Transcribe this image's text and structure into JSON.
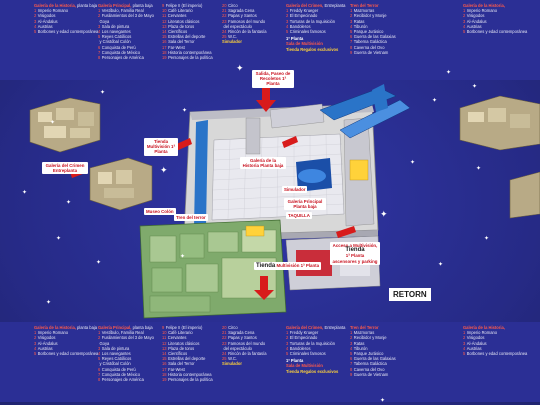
{
  "legend_top": {
    "historia": {
      "title": "Galería de la Historia,",
      "title_sub": "planta baja",
      "items": [
        {
          "n": "1",
          "text": "Imperio Romano"
        },
        {
          "n": "2",
          "text": "Visigodos"
        },
        {
          "n": "3",
          "text": "Al-Ándalus"
        },
        {
          "n": "4",
          "text": "Austrias"
        },
        {
          "n": "5",
          "text": "Borbones y edad contemporánea"
        }
      ]
    },
    "principal": {
      "title": "Galería Principal,",
      "title_sub": "planta baja",
      "items": [
        {
          "n": "1",
          "text": "Vestíbulo, Familia Real"
        },
        {
          "n": "2",
          "text": "Fusilamientos del 3 de Mayo"
        },
        {
          "n": "",
          "text": "Goya"
        },
        {
          "n": "3",
          "text": "Sala de pintura"
        },
        {
          "n": "4",
          "text": "Los navegantes"
        },
        {
          "n": "5",
          "text": "Reyes Católicos"
        },
        {
          "n": "",
          "text": "y Cristóbal Colón"
        },
        {
          "n": "6",
          "text": "Conquista de Perú"
        },
        {
          "n": "7",
          "text": "Conquista de México"
        },
        {
          "n": "8",
          "text": "Personajes de América"
        }
      ]
    },
    "principal2": {
      "items": [
        {
          "n": "9",
          "text": "Felipe II (El imperio)"
        },
        {
          "n": "10",
          "text": "Café Literario"
        },
        {
          "n": "11",
          "text": "Cervantes"
        },
        {
          "n": "12",
          "text": "Literatos clásicos"
        },
        {
          "n": "13",
          "text": "Plaza de toros"
        },
        {
          "n": "14",
          "text": "Científicos"
        },
        {
          "n": "15",
          "text": "Estrellas del deporte"
        },
        {
          "n": "16",
          "text": "Sala del Terror"
        },
        {
          "n": "17",
          "text": "Far-West"
        },
        {
          "n": "18",
          "text": "Historia contemporánea"
        },
        {
          "n": "19",
          "text": "Personajes de la política"
        }
      ]
    },
    "principal3": {
      "items": [
        {
          "n": "20",
          "text": "Circo"
        },
        {
          "n": "21",
          "text": "Sagrada Cena"
        },
        {
          "n": "22",
          "text": "Papas y Santos"
        },
        {
          "n": "23",
          "text": "Famosos del mundo"
        },
        {
          "n": "",
          "text": "del espectáculo"
        },
        {
          "n": "24",
          "text": "Rincón de la fantasía"
        },
        {
          "n": "25",
          "text": "W.C."
        }
      ],
      "extra": "Simulador"
    },
    "crimen": {
      "title": "Galería del Crimen,",
      "title_sub": "Entreplanta",
      "items": [
        {
          "n": "1",
          "text": "Freddy Krueger"
        },
        {
          "n": "2",
          "text": "El Empecinado"
        },
        {
          "n": "3",
          "text": "Torturas de la Inquisición"
        },
        {
          "n": "4",
          "text": "Bandoleros"
        },
        {
          "n": "5",
          "text": "Criminales famosos"
        }
      ],
      "planta": "1ª Planta",
      "multivision": "Sala de Multivisión",
      "tienda": "Tienda Regalos exclusivos"
    },
    "terror": {
      "title": "Tren del Terror",
      "items": [
        {
          "n": "1",
          "text": "Mazmorras"
        },
        {
          "n": "2",
          "text": "Recibidor y Monje"
        },
        {
          "n": "3",
          "text": "Ratas"
        },
        {
          "n": "4",
          "text": "Tiburón"
        },
        {
          "n": "5",
          "text": "Parque Jurásico"
        },
        {
          "n": "6",
          "text": "Guerra de las Galaxias"
        },
        {
          "n": "7",
          "text": "Taberna Galáctica"
        },
        {
          "n": "8",
          "text": "Caverna del Ovo"
        },
        {
          "n": "9",
          "text": "Guerra de Vietnam"
        }
      ]
    },
    "right": {
      "title": "Galería de la Historia,",
      "items": [
        {
          "n": "1",
          "text": "Imperio Romano"
        },
        {
          "n": "2",
          "text": "Visigodos"
        },
        {
          "n": "3",
          "text": "Al-Ándalus"
        },
        {
          "n": "4",
          "text": "Austrias"
        },
        {
          "n": "5",
          "text": "Borbones y edad contemporánea"
        }
      ]
    }
  },
  "labels": {
    "salida": "Salida, Paseo de Recoletos 1ª Planta",
    "tienda_multi": "Tienda Multivisión 1ª Planta",
    "galeria_crimen": "Galería del Crimen Entreplanta",
    "galeria_baja": "Galería de la Historia Planta baja",
    "simulador": "Simulador",
    "galeria_principal": "Galería Principal Planta baja",
    "taquilla": "TAQUILLA",
    "museo_colon": "Museo Colón",
    "tren_terror": "Tren del terror",
    "acceso": "Acceso a Multivisión,",
    "acceso_tienda": "Tienda",
    "acceso_planta": "1ª Planta",
    "acceso_sub": "ascensores y parking",
    "tienda_bottom": "Tienda",
    "tienda_bottom_sub": "Multivisión 1ª Planta",
    "retorn": "RETORN"
  },
  "colors": {
    "background": "#2a2f8f",
    "accent_red": "#c8101e",
    "accent_yellow": "#ffd23a",
    "floor_grey": "#d8d8d8",
    "floor_green": "#6a9a5a",
    "water_blue": "#2a74c8"
  }
}
